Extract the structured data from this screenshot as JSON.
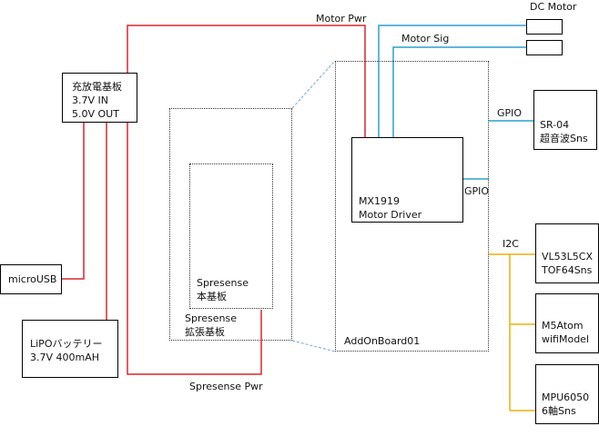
{
  "colors": {
    "power": "#d9262b",
    "signal": "#2aa1d3",
    "i2c": "#e8b10c",
    "line": "#000000"
  },
  "labels": {
    "motor_pwr": "Motor Pwr",
    "motor_sig": "Motor Sig",
    "dc_motor": "DC Motor",
    "gpio_top": "GPIO",
    "gpio_driver": "GPIO",
    "i2c": "I2C",
    "spresense_pwr": "Spresense Pwr"
  },
  "boxes": {
    "charger": {
      "line1": "充放電基板",
      "line2": "3.7V IN",
      "line3": "5.0V OUT"
    },
    "microusb": {
      "line1": "microUSB"
    },
    "lipo": {
      "line1": "LiPOバッテリー",
      "line2": "3.7V 400mAH"
    },
    "spresense_main": {
      "line1": "Spresense",
      "line2": "本基板"
    },
    "spresense_ext": {
      "line1": "Spresense",
      "line2": "拡張基板"
    },
    "addon": {
      "line1": "AddOnBoard01"
    },
    "driver": {
      "line1": "MX1919",
      "line2": "Motor Driver"
    },
    "sr04": {
      "line1": "SR-04",
      "line2": "超音波Sns"
    },
    "vl53": {
      "line1": "VL53L5CX",
      "line2": "TOF64Sns"
    },
    "m5atom": {
      "line1": "M5Atom",
      "line2": "wifiModel"
    },
    "mpu": {
      "line1": "MPU6050",
      "line2": "6軸Sns"
    }
  }
}
